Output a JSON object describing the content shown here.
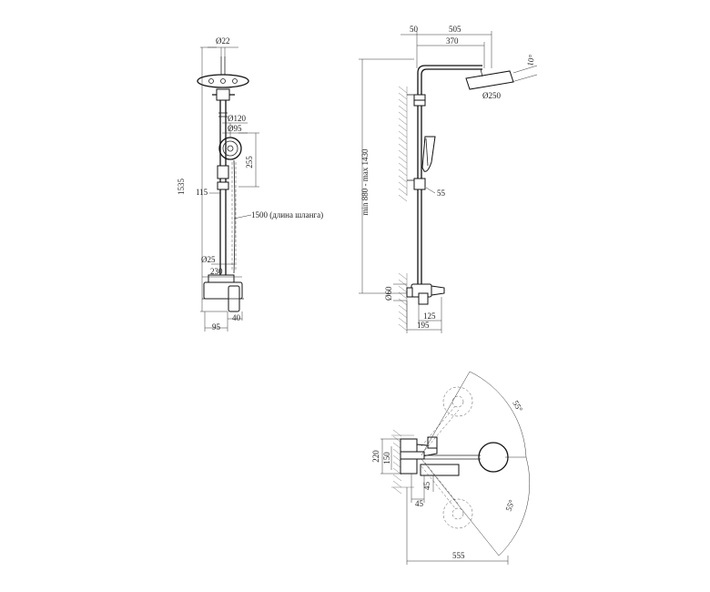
{
  "front_view": {
    "d_rod": "Ø22",
    "d_hand": "Ø120",
    "d_hand2": "Ø95",
    "h_holder": "255",
    "total_h": "1535",
    "slider": "115",
    "hose": "1500 (длина шланга)",
    "d_pipe": "Ø25",
    "w_mixer": "230",
    "d95": "95",
    "d40": "40"
  },
  "side_view": {
    "d50": "50",
    "d505": "505",
    "d370": "370",
    "d_angle": "10°",
    "d_head": "Ø250",
    "d55": "55",
    "range": "min 880 - max 1430",
    "d_flange": "Ø60",
    "d125": "125",
    "d195": "195"
  },
  "top_view": {
    "h220": "220",
    "h150": "150",
    "d45a": "45",
    "d45b": "45",
    "ang_top": "55°",
    "ang_bot": "55°",
    "w555": "555"
  }
}
